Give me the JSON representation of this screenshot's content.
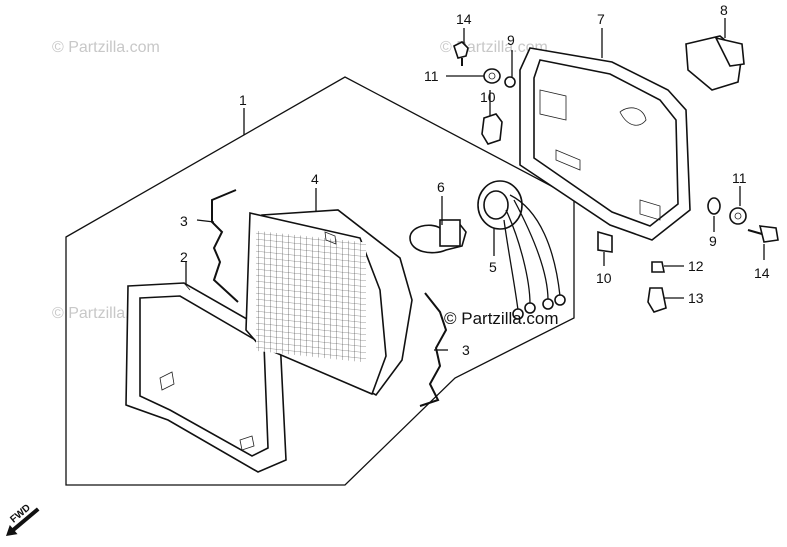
{
  "watermarks": [
    "© Partzilla.com",
    "© Partzilla.com",
    "© Partzilla.com"
  ],
  "brand": "© Partzilla.com",
  "direction_label": "FWD",
  "callouts": {
    "c1": "1",
    "c2": "2",
    "c3a": "3",
    "c3b": "3",
    "c4": "4",
    "c5": "5",
    "c6": "6",
    "c7": "7",
    "c8": "8",
    "c9a": "9",
    "c9b": "9",
    "c10a": "10",
    "c10b": "10",
    "c11a": "11",
    "c11b": "11",
    "c12": "12",
    "c13": "13",
    "c14a": "14",
    "c14b": "14"
  },
  "icons": {
    "direction": "fwd-arrow-icon",
    "copyright": "copyright-icon"
  },
  "colors": {
    "line": "#111111",
    "watermark": "#c8c8c8",
    "background": "#ffffff"
  }
}
